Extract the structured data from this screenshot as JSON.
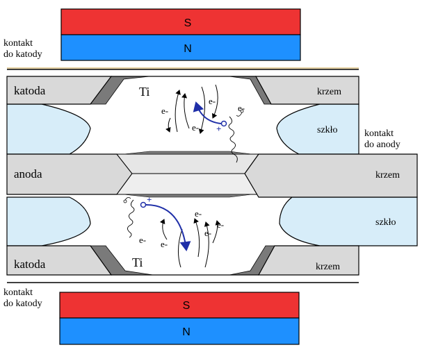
{
  "magnet_top": {
    "s_label": "S",
    "n_label": "N"
  },
  "magnet_bottom": {
    "s_label": "S",
    "n_label": "N"
  },
  "contact_cathode_top": {
    "line1": "kontakt",
    "line2": "do katody"
  },
  "contact_cathode_bottom": {
    "line1": "kontakt",
    "line2": "do katody"
  },
  "contact_anode": {
    "line1": "kontakt",
    "line2": "do anody"
  },
  "labels": {
    "katoda_top": "katoda",
    "katoda_bottom": "katoda",
    "anoda": "anoda",
    "krzem_top": "krzem",
    "krzem_mid": "krzem",
    "krzem_bottom": "krzem",
    "szklo_top": "szkło",
    "szklo_bottom": "szkło",
    "ti_top": "Ti",
    "ti_bottom": "Ti"
  },
  "particles": {
    "electron": "e-",
    "ion": "+"
  },
  "colors": {
    "magnet_s": "#ee3333",
    "magnet_n": "#1e90ff",
    "silicon": "#d9d9d9",
    "glass": "#d7edf9",
    "titanium": "#808080",
    "ion_path": "#1f2fa8"
  }
}
